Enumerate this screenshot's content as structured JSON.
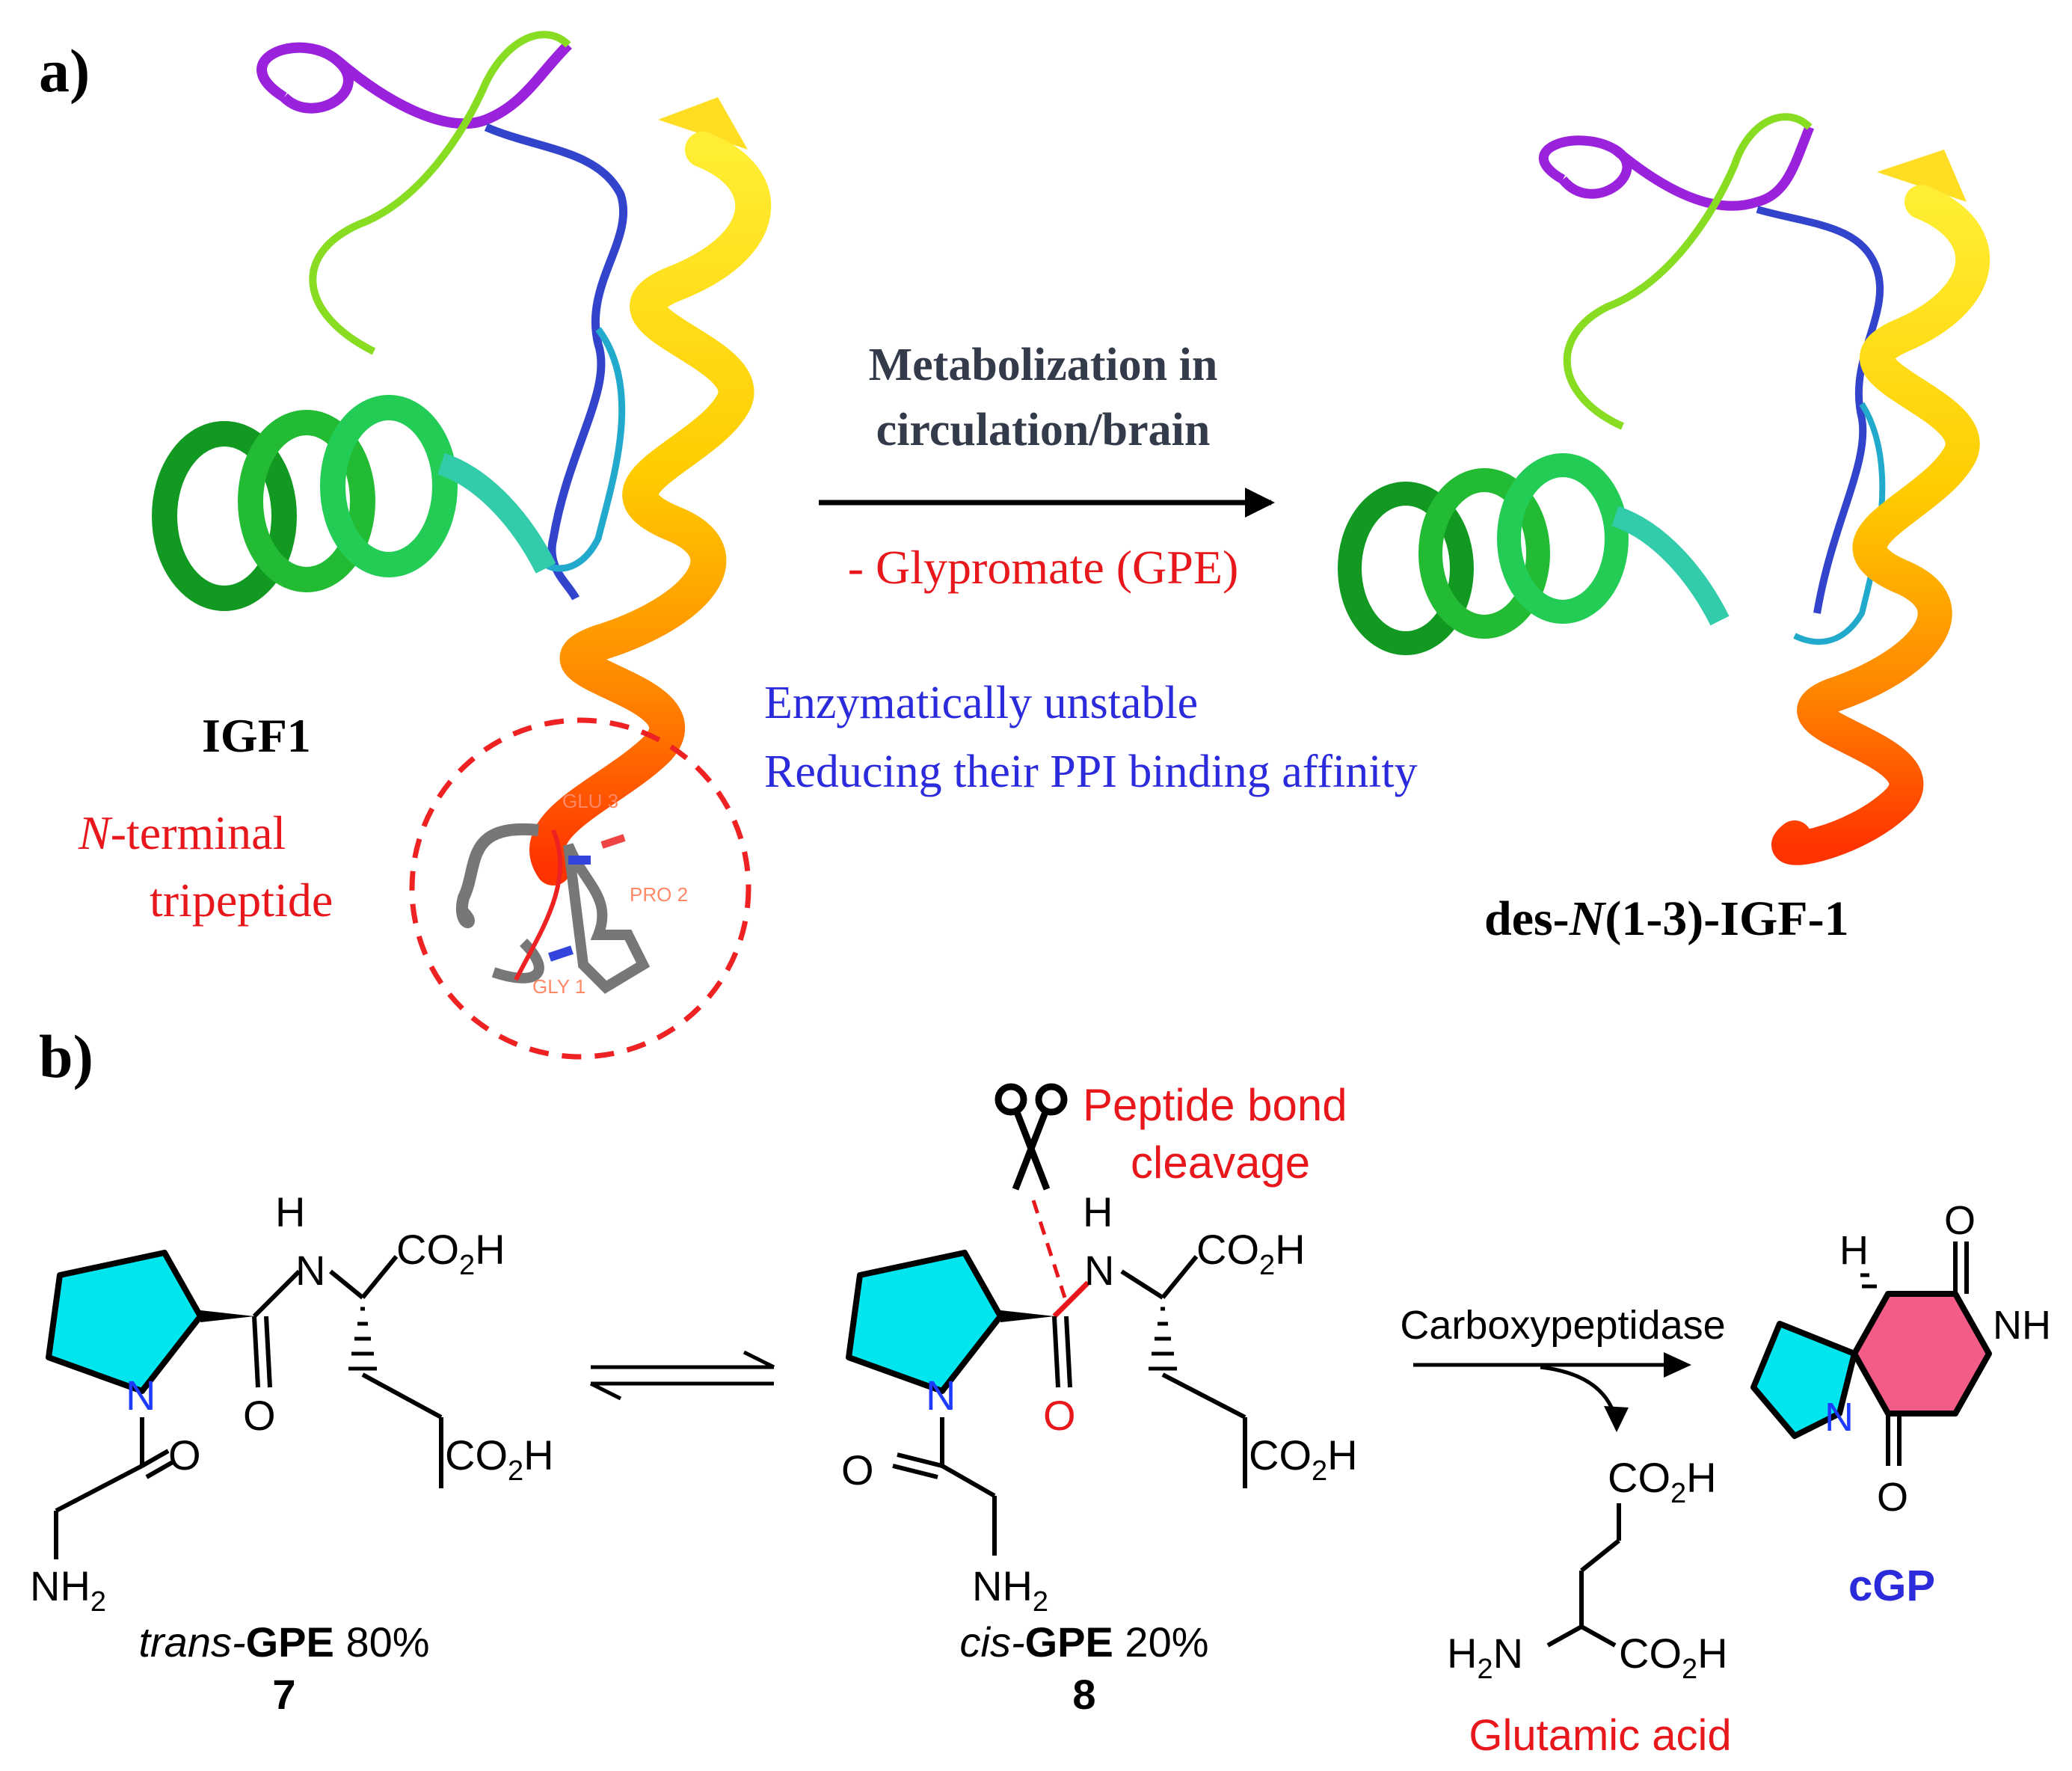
{
  "panel_a": {
    "label": "a)",
    "igf1_label": "IGF1",
    "nterm_italic": "N",
    "nterm_line1_rest": "-terminal",
    "nterm_line2": "tripeptide",
    "residue_glu": "GLU 3",
    "residue_pro": "PRO 2",
    "residue_gly": "GLY 1",
    "arrow_top_line1": "Metabolization in",
    "arrow_top_line2": "circulation/brain",
    "arrow_bottom": "- Glypromate (GPE)",
    "note_line1": "Enzymatically  unstable",
    "note_line2": "Reducing their PPI binding affinity",
    "product_prefix": "des-",
    "product_italic": "N",
    "product_suffix": "(1-3)-IGF-1"
  },
  "panel_b": {
    "label": "b)",
    "cleavage_line1": "Peptide bond",
    "cleavage_line2": "cleavage",
    "enzyme": "Carboxypeptidase",
    "atoms": {
      "N": "N",
      "H": "H",
      "O": "O",
      "NH": "NH",
      "CO2": "CO",
      "sub2": "2",
      "Hsuf": "H",
      "NH2": "NH",
      "H2": "H"
    },
    "trans_prefix": "trans-",
    "trans_bold": "GPE",
    "trans_pct": " 80%",
    "trans_num": "7",
    "cis_prefix": "cis-",
    "cis_bold": "GPE",
    "cis_pct": " 20%",
    "cis_num": "8",
    "cgp_label": "cGP",
    "glutamic_label": "Glutamic acid"
  },
  "colors": {
    "red": "#e8171c",
    "blue": "#2b2bdc",
    "dark_text": "#333a4a",
    "pyrrolidine": "#00e5ee",
    "piperazine": "#f25c86",
    "n_atom": "#1e3cff"
  }
}
